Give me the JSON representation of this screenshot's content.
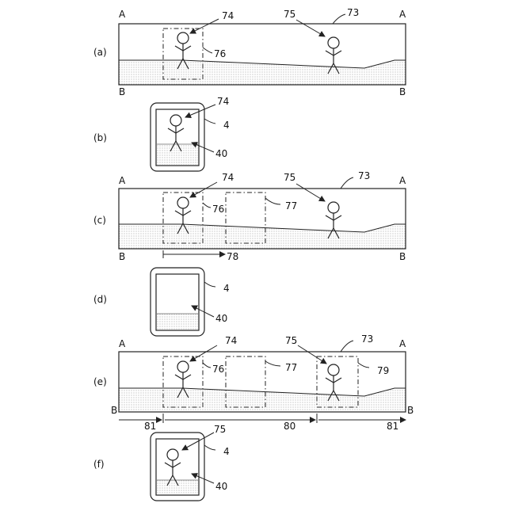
{
  "panels": {
    "a": "(a)",
    "b": "(b)",
    "c": "(c)",
    "d": "(d)",
    "e": "(e)",
    "f": "(f)"
  },
  "corner_labels": {
    "A": "A",
    "B": "B"
  },
  "refs": {
    "r73": "73",
    "r74": "74",
    "r75": "75",
    "r76": "76",
    "r77": "77",
    "r78": "78",
    "r79": "79",
    "r80": "80",
    "r81": "81",
    "r4": "4",
    "r40": "40"
  },
  "colors": {
    "line": "#222222",
    "dots": "#9a9a9a"
  }
}
